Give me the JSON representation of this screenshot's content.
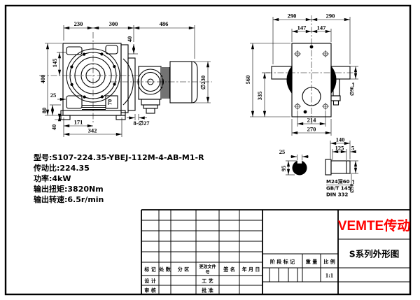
{
  "specs": {
    "model": "型号:S107-224.35-YBEJ-112M-4-AB-M1-R",
    "ratio": "传动比:224.35",
    "power": "功率:4kW",
    "torque": "输出扭矩:3820Nm",
    "speed": "输出转速:6.5r/min"
  },
  "front_view": {
    "d230": "230",
    "d300": "300",
    "d486": "486",
    "d40_top": "40",
    "d400": "400",
    "d145": "145",
    "d25": "25",
    "d80": "80",
    "d40_bottom": "40",
    "d70": "70",
    "d171": "171",
    "d342": "342",
    "holes": "8-∅27",
    "motor_dia": "∅230"
  },
  "side_view": {
    "d290a": "290",
    "d290b": "290",
    "d147a": "147",
    "d147b": "147",
    "d560": "560",
    "d335": "335",
    "d214": "214",
    "d270": "270",
    "shaft_dia": "∅90",
    "shaft_tol": "m6"
  },
  "shaft_detail": {
    "d140": "140",
    "d125": "125",
    "d5": "5",
    "d25": "25",
    "d95": "95",
    "thread_note": "M24深60",
    "standard1": "GB/T 145",
    "standard2": "DIN 332",
    "dia": "∅90",
    "tol": "m6"
  },
  "title_block": {
    "brand": "VEMTE传动",
    "brand_color": "#ff0000",
    "drawing_title": "S系列外形图",
    "scale_value": "1:1",
    "mark": "标 记",
    "qty": "处 数",
    "zone": "分 区",
    "change_doc_line1": "更改文件",
    "change_doc_line2": "号",
    "sign": "签 名",
    "date": "年 月 日",
    "design": "设 计",
    "process": "工 艺",
    "check": "审 核",
    "approve": "批 准",
    "stage": "阶 段 标 记",
    "weight": "重 量",
    "scale_label": "比 例"
  }
}
